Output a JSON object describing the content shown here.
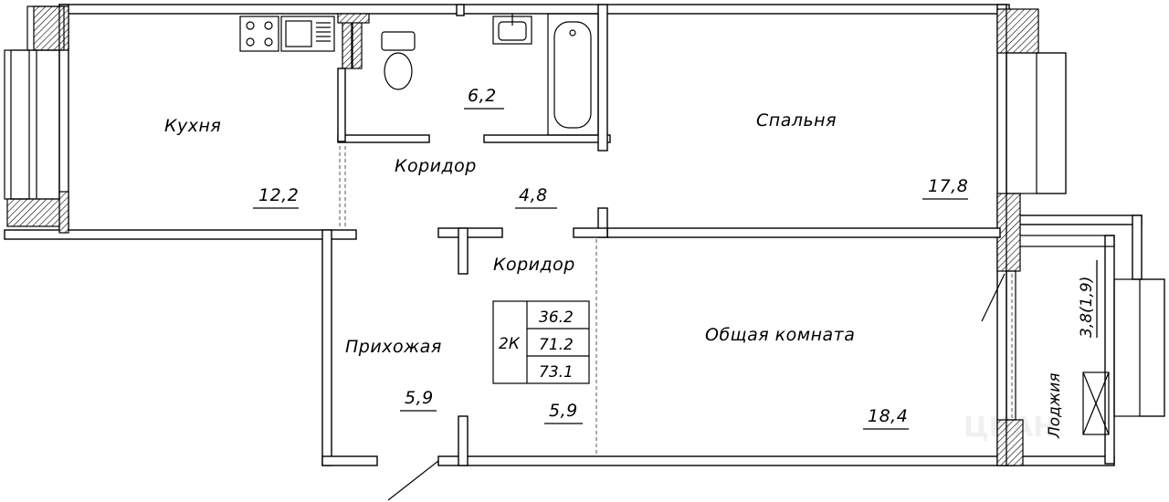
{
  "rooms": {
    "kitchen": {
      "name": "Кухня",
      "area": "12,2"
    },
    "bathroom": {
      "area": "6,2"
    },
    "corridor_top": {
      "name": "Коридор",
      "area": "4,8"
    },
    "corridor_mid": {
      "name": "Коридор"
    },
    "bedroom": {
      "name": "Спальня",
      "area": "17,8"
    },
    "hallway": {
      "name": "Прихожая",
      "area": "5,9"
    },
    "corridor_area_low": {
      "area": "5,9"
    },
    "living": {
      "name": "Общая комната",
      "area": "18,4"
    },
    "loggia": {
      "name": "Лоджия",
      "area": "3,8(1,9)"
    }
  },
  "summary": {
    "type": "2К",
    "living_area": "36.2",
    "total_area": "71.2",
    "total_with_loggia": "73.1"
  },
  "watermark": "ЦИАН"
}
